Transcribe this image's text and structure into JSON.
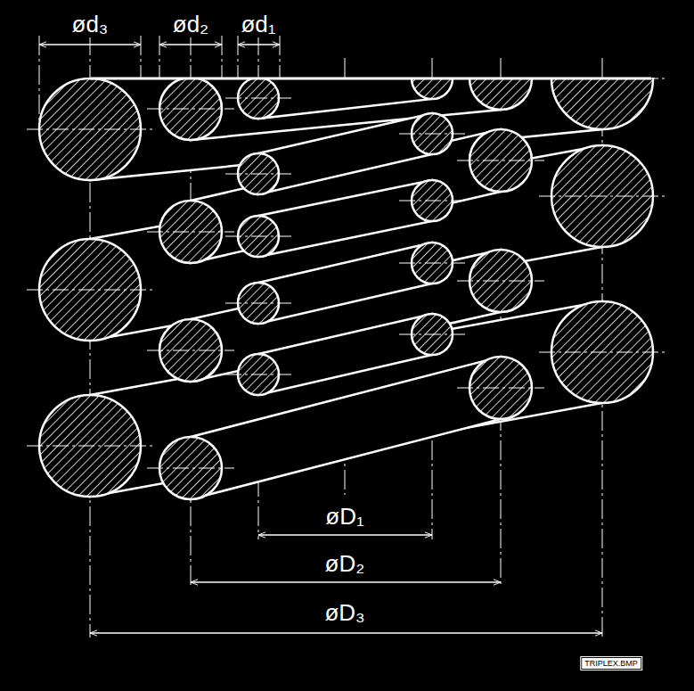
{
  "diagram": {
    "labels": [
      "ød₃",
      "ød₂",
      "ød₁",
      "øD₁",
      "øD₂",
      "øD₃",
      "TRIPLEX.BMP"
    ]
  }
}
